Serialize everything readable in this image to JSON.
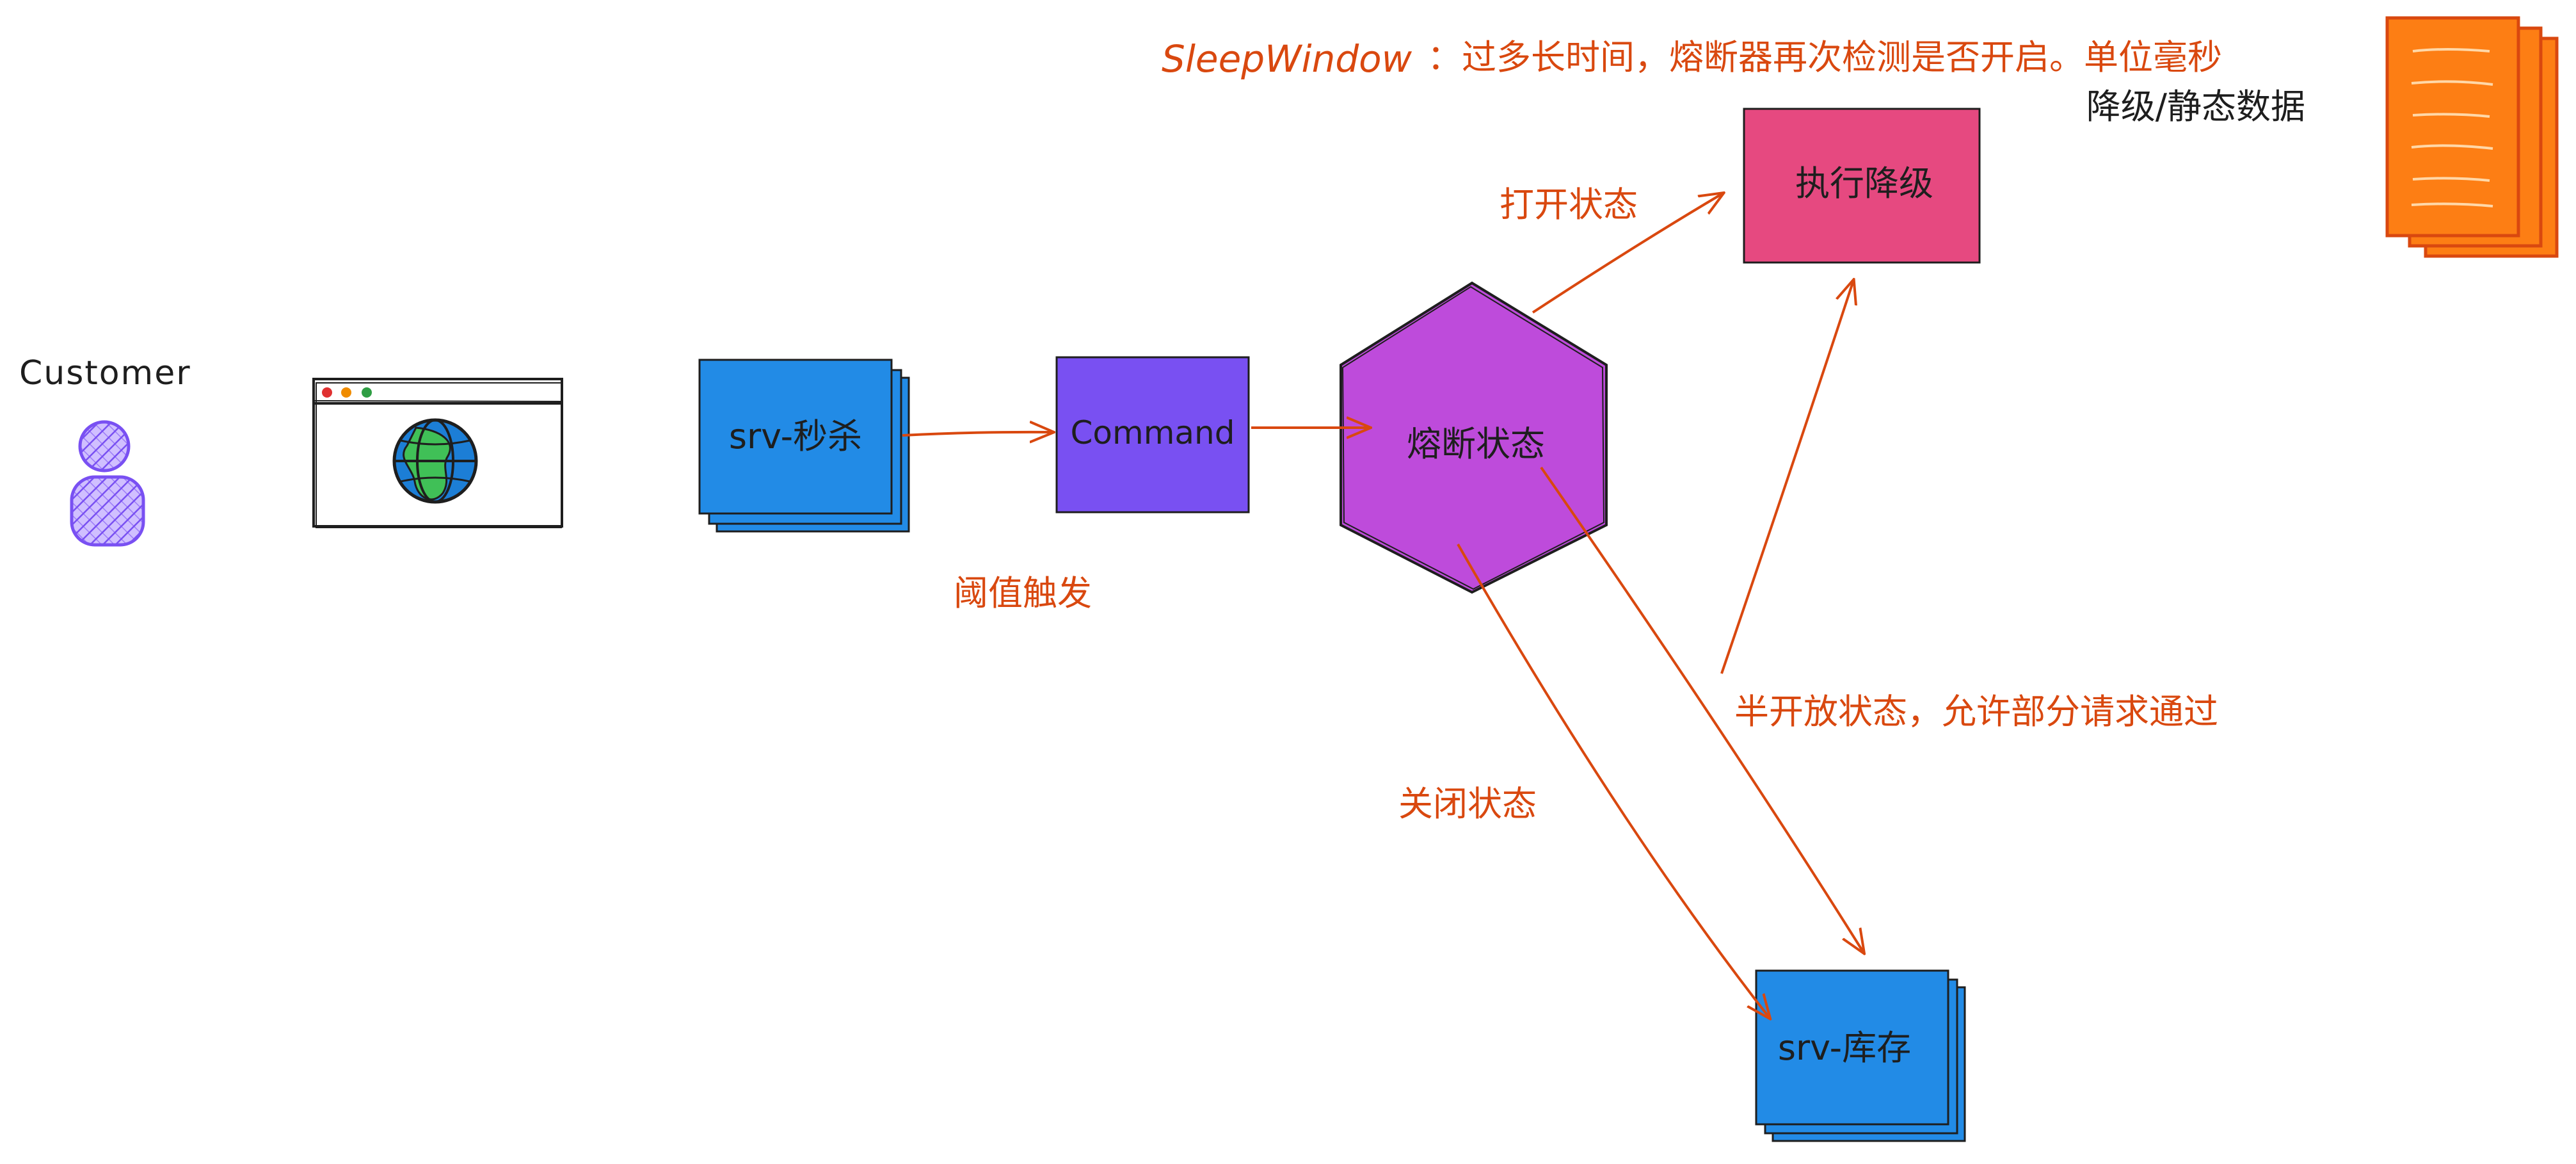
{
  "customer": {
    "label": "Customer"
  },
  "nodes": {
    "seckill": "srv-秒杀",
    "command": "Command",
    "fuse_state": "熔断状态",
    "degrade": "执行降级",
    "stock": "srv-库存"
  },
  "edges": {
    "threshold": "阈值触发",
    "open": "打开状态",
    "closed": "关闭状态",
    "half_open": "半开放状态，允许部分请求通过"
  },
  "notes": {
    "sleep_window_key": "SleepWindow",
    "sleep_window_desc": "：过多长时间，熔断器再次检测是否开启。单位毫秒",
    "fallback_data": "降级/静态数据"
  },
  "colors": {
    "seckill_fill": "#228be6",
    "command_fill": "#7950f2",
    "hexagon_fill": "#be4bdb",
    "degrade_fill": "#e64980",
    "stock_fill": "#228be6",
    "arrow": "#d9480f",
    "doc_fill": "#fd7e14",
    "person": "#7950f2"
  }
}
